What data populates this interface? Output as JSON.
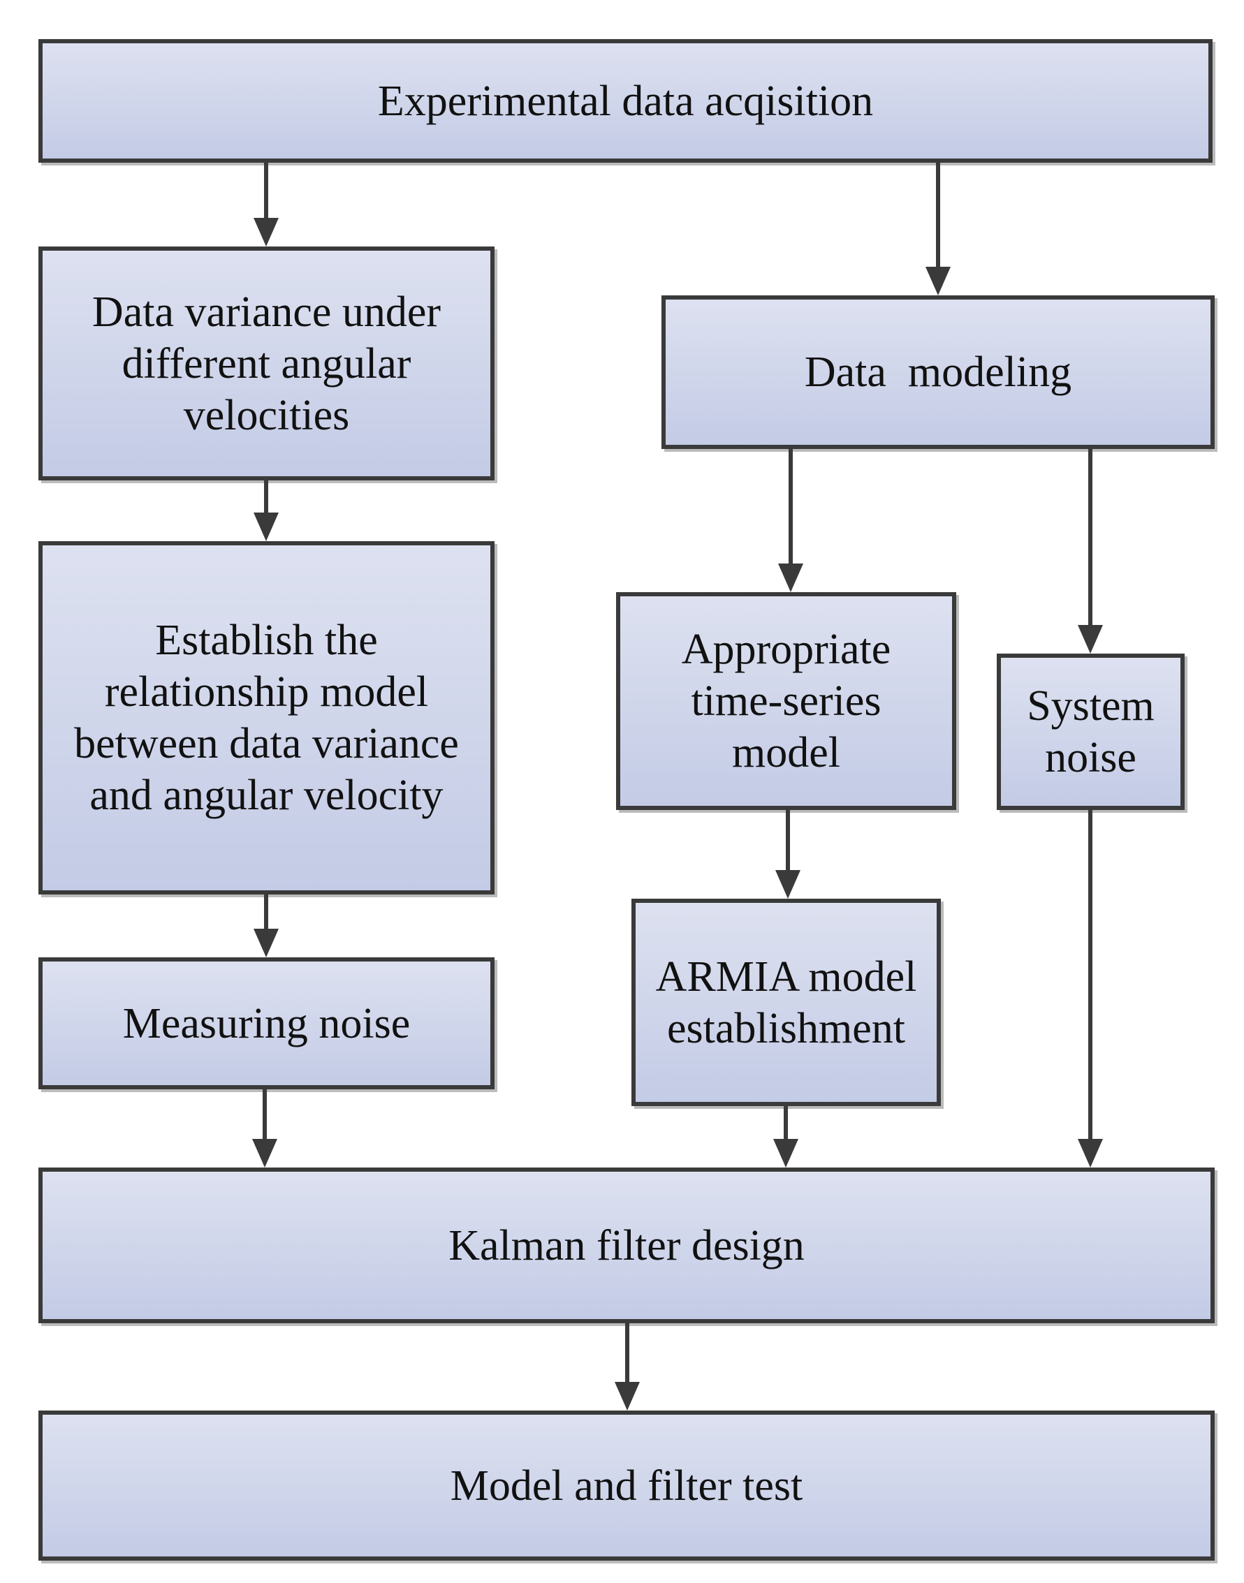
{
  "boxes": {
    "acquisition": "Experimental data acqisition",
    "variance": "Data variance under\ndifferent angular\nvelocities",
    "modeling": "Data  modeling",
    "relationship": "Establish the\nrelationship model\nbetween data variance\nand angular velocity",
    "time_series": "Appropriate\ntime-series\nmodel",
    "system_noise": "System\nnoise",
    "measuring_noise": "Measuring noise",
    "armia": "ARMIA model\nestablishment",
    "kalman": "Kalman filter design",
    "test": "Model and filter test"
  },
  "colors": {
    "box_fill_top": "#dde1f0",
    "box_fill_bottom": "#c3cbe6",
    "border": "#3a3a3a"
  }
}
